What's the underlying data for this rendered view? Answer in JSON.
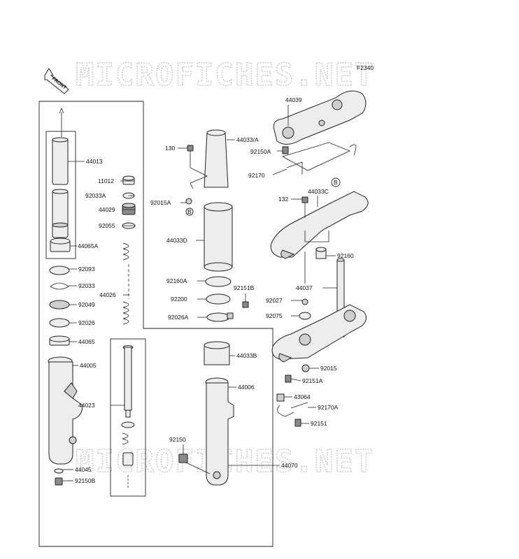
{
  "figure_code": "F2340",
  "watermark_text": "MICROFICHES.NET",
  "front_arrow_label": "FRONT",
  "labels": [
    {
      "id": "l-44039",
      "text": "44039"
    },
    {
      "id": "l-92150A",
      "text": "92150A"
    },
    {
      "id": "l-92170",
      "text": "92170"
    },
    {
      "id": "l-B1",
      "text": "B"
    },
    {
      "id": "l-44033C",
      "text": "44033C"
    },
    {
      "id": "l-132",
      "text": "132"
    },
    {
      "id": "l-92160",
      "text": "92160"
    },
    {
      "id": "l-44037",
      "text": "44037"
    },
    {
      "id": "l-92027",
      "text": "92027"
    },
    {
      "id": "l-92075",
      "text": "92075"
    },
    {
      "id": "l-92015",
      "text": "92015"
    },
    {
      "id": "l-92151A",
      "text": "92151A"
    },
    {
      "id": "l-43064",
      "text": "43064"
    },
    {
      "id": "l-92170A",
      "text": "92170A"
    },
    {
      "id": "l-92151",
      "text": "92151"
    },
    {
      "id": "l-44033A",
      "text": "44033/A"
    },
    {
      "id": "l-130",
      "text": "130"
    },
    {
      "id": "l-92015A",
      "text": "92015A"
    },
    {
      "id": "l-B2",
      "text": "B"
    },
    {
      "id": "l-44033D",
      "text": "44033D"
    },
    {
      "id": "l-92160A",
      "text": "92160A"
    },
    {
      "id": "l-92151B",
      "text": "92151B"
    },
    {
      "id": "l-92200",
      "text": "92200"
    },
    {
      "id": "l-92026A",
      "text": "92026A"
    },
    {
      "id": "l-44033B",
      "text": "44033B"
    },
    {
      "id": "l-44006",
      "text": "44006"
    },
    {
      "id": "l-92150",
      "text": "92150"
    },
    {
      "id": "l-44070",
      "text": "44070"
    },
    {
      "id": "l-44013",
      "text": "44013"
    },
    {
      "id": "l-11012",
      "text": "11012"
    },
    {
      "id": "l-92033A",
      "text": "92033A"
    },
    {
      "id": "l-44029",
      "text": "44029"
    },
    {
      "id": "l-92055",
      "text": "92055"
    },
    {
      "id": "l-44065A",
      "text": "44065A"
    },
    {
      "id": "l-92093",
      "text": "92093"
    },
    {
      "id": "l-92033",
      "text": "92033"
    },
    {
      "id": "l-44026",
      "text": "44026"
    },
    {
      "id": "l-92049",
      "text": "92049"
    },
    {
      "id": "l-92026",
      "text": "92026"
    },
    {
      "id": "l-44065",
      "text": "44065"
    },
    {
      "id": "l-44005",
      "text": "44005"
    },
    {
      "id": "l-44023",
      "text": "44023"
    },
    {
      "id": "l-44045",
      "text": "44045"
    },
    {
      "id": "l-92150B",
      "text": "92150B"
    }
  ]
}
